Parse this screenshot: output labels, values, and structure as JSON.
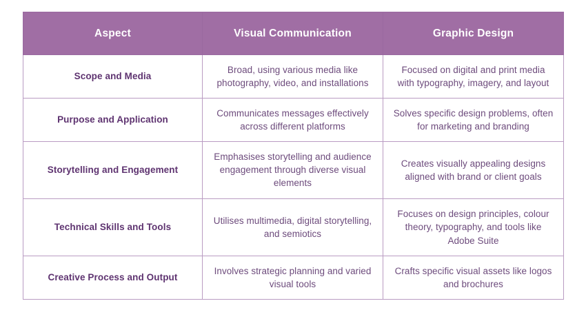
{
  "table": {
    "accent_header_bg": "#a06ea4",
    "header_text_color": "#ffffff",
    "aspect_text_color": "#5e3370",
    "detail_text_color": "#6d4b7c",
    "border_color": "#b99bc2",
    "columns": [
      "Aspect",
      "Visual Communication",
      "Graphic Design"
    ],
    "rows": [
      {
        "aspect": "Scope and Media",
        "visual_communication": "Broad, using various media like photography, video, and installations",
        "graphic_design": "Focused on digital and print media with typography, imagery, and layout"
      },
      {
        "aspect": "Purpose and Application",
        "visual_communication": "Communicates messages effectively across different platforms",
        "graphic_design": "Solves specific design problems, often for marketing and branding"
      },
      {
        "aspect": "Storytelling and Engagement",
        "visual_communication": "Emphasises storytelling and audience engagement through diverse visual elements",
        "graphic_design": "Creates visually appealing designs aligned with brand or client goals"
      },
      {
        "aspect": "Technical Skills and Tools",
        "visual_communication": "Utilises multimedia, digital storytelling, and semiotics",
        "graphic_design": "Focuses on design principles, colour theory, typography, and tools like Adobe Suite"
      },
      {
        "aspect": "Creative Process and Output",
        "visual_communication": "Involves strategic planning and varied visual tools",
        "graphic_design": "Crafts specific visual assets like logos and brochures"
      }
    ]
  }
}
